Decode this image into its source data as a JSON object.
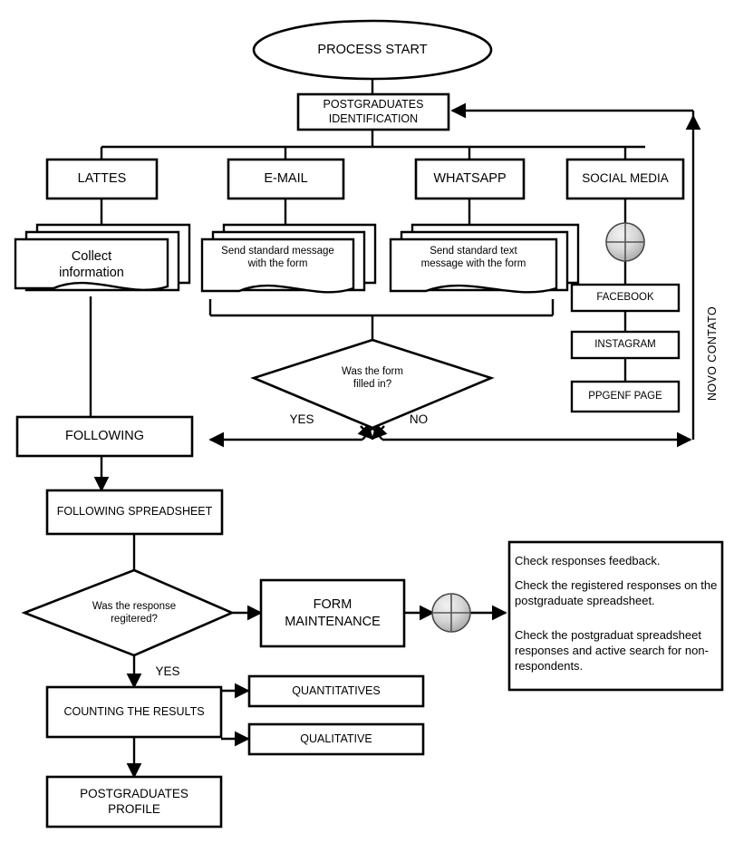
{
  "diagram": {
    "title_text": "PROCESS START",
    "nodes": {
      "start": "PROCESS START",
      "identification": "POSTGRADUATES\nIDENTIFICATION",
      "lattes": "LATTES",
      "email": "E-MAIL",
      "whatsapp": "WHATSAPP",
      "social_media": "SOCIAL MEDIA",
      "collect_information": "Collect\ninformation",
      "send_standard_message": "Send standard message\nwith the form",
      "send_standard_text": "Send standard text\nmessage with the form",
      "facebook": "FACEBOOK",
      "instagram": "INSTAGRAM",
      "ppgenf_page": "PPGENF PAGE",
      "decision_form": "Was the form\nfilled in?",
      "following": "FOLLOWING",
      "following_spreadsheet": "FOLLOWING SPREADSHEET",
      "decision_response": "Was the response\nregitered?",
      "form_maintenance": "FORM\nMAINTENANCE",
      "counting_results": "COUNTING THE RESULTS",
      "quantitatives": "QUANTITATIVES",
      "qualitative": "QUALITATIVE",
      "postgraduates_profile": "POSTGRADUATES\nPROFILE"
    },
    "edge_labels": {
      "yes_form": "YES",
      "no_form": "NO",
      "yes_response": "YES",
      "novo_contato": "NOVO CONTATO"
    },
    "note_box": {
      "line1": "Check responses feedback.",
      "line2": "Check the registered responses on the postgraduate spreadsheet.",
      "line3": "Check the postgraduat spreadsheet responses and active search for non-respondents."
    },
    "colors": {
      "stroke": "#000000",
      "fill": "#ffffff",
      "connector_fill": "#c9c9c9",
      "background": "#ffffff"
    }
  }
}
